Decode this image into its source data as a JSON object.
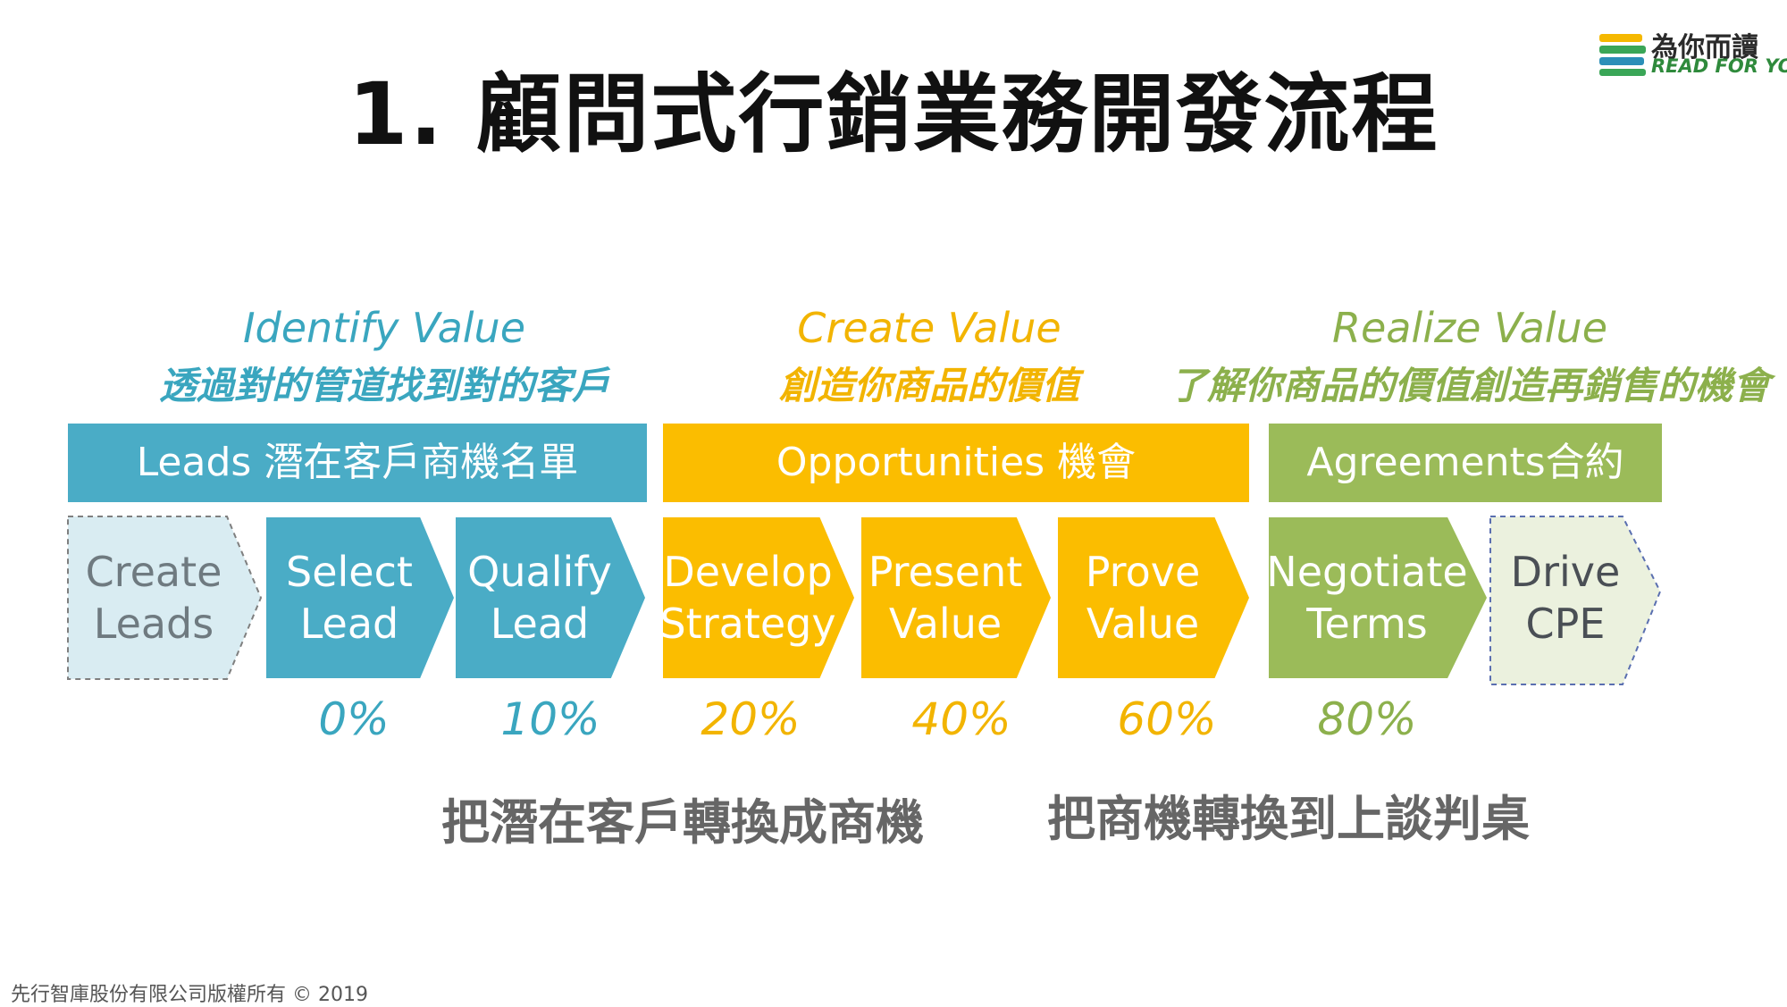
{
  "title": "1. 顧問式行銷業務開發流程",
  "logo": {
    "zh": "為你而讀",
    "en": "READ FOR YOU",
    "icon": "books-stack-icon"
  },
  "groups": [
    {
      "en": "Identify Value",
      "zh": "透過對的管道找到對的客戶",
      "banner": "Leads 潛在客戶商機名單",
      "color": "#4aacc6"
    },
    {
      "en": "Create Value",
      "zh": "創造你商品的價值",
      "banner": "Opportunities 機會",
      "color": "#fbbd00"
    },
    {
      "en": "Realize Value",
      "zh": "了解你商品的價值創造再銷售的機會",
      "banner": "Agreements合約",
      "color": "#9bbb59"
    }
  ],
  "steps": [
    {
      "label": "Create\nLeads",
      "pct": ""
    },
    {
      "label": "Select\nLead",
      "pct": "0%"
    },
    {
      "label": "Qualify\nLead",
      "pct": "10%"
    },
    {
      "label": "Develop\nStrategy",
      "pct": "20%"
    },
    {
      "label": "Present\nValue",
      "pct": "40%"
    },
    {
      "label": "Prove\nValue",
      "pct": "60%"
    },
    {
      "label": "Negotiate\nTerms",
      "pct": "80%"
    },
    {
      "label": "Drive\nCPE",
      "pct": ""
    }
  ],
  "bottom": {
    "left": "把潛在客戶轉換成商機",
    "right": "把商機轉換到上談判桌"
  },
  "copyright": "先行智庫股份有限公司版權所有 © 2019"
}
